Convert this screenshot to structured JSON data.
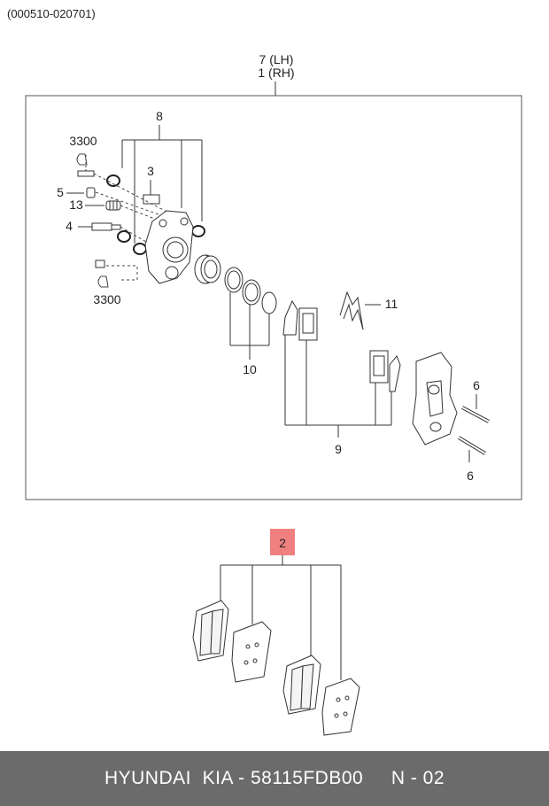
{
  "header": {
    "date_range": "(000510-020701)"
  },
  "callouts": {
    "assembly_lh": "7 (LH)",
    "assembly_rh": "1 (RH)",
    "bolt_3300_top": "3300",
    "bolt_3300_bottom": "3300",
    "bushing_set": "8",
    "guide_pin": "3",
    "bleeder": "5",
    "boot": "13",
    "bolt": "4",
    "piston_seal_kit": "10",
    "spring_clip": "11",
    "pad_shim_kit": "9",
    "pin_top": "6",
    "pin_bottom": "6",
    "brake_pad_kit": "2"
  },
  "colors": {
    "highlight": "#f08080",
    "footer_bg": "#6b6b6b",
    "footer_text": "#ffffff"
  },
  "footer": {
    "part_text": "HYUNDAI  KIA - 58115FDB00     N - 02"
  }
}
